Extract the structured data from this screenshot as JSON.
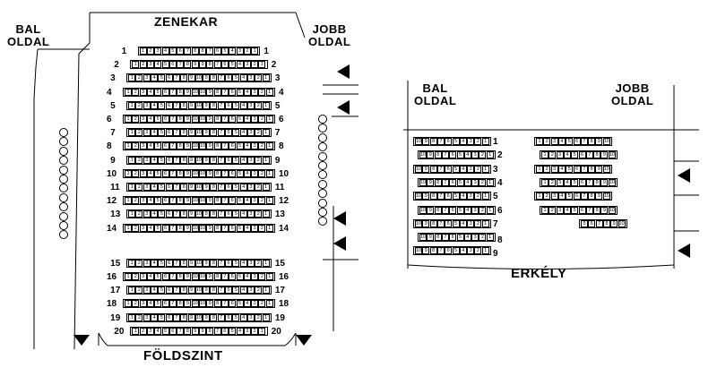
{
  "ground_floor": {
    "zone_title": "FÖLDSZINT",
    "stage_label": "ZENEKAR",
    "left_side": "BAL\nOLDAL",
    "right_side": "JOBB\nOLDAL",
    "rows": [
      {
        "label": "1",
        "left": [
          "1",
          "2",
          "3",
          "4",
          "5",
          "6",
          "7",
          "8"
        ],
        "right": [
          "8",
          "7",
          "6",
          "5",
          "4",
          "3",
          "2",
          "1"
        ]
      },
      {
        "label": "2",
        "left": [
          "1",
          "2",
          "3",
          "4",
          "5",
          "6",
          "7",
          "8",
          "9"
        ],
        "right": [
          "9",
          "8",
          "7",
          "6",
          "5",
          "4",
          "3",
          "2",
          "1"
        ]
      },
      {
        "label": "3",
        "left": [
          "1",
          "2",
          "3",
          "4",
          "5",
          "6",
          "7",
          "8",
          "9",
          "10"
        ],
        "right": [
          "9",
          "8",
          "7",
          "6",
          "5",
          "4",
          "3",
          "2",
          "1"
        ]
      },
      {
        "label": "4",
        "left": [
          "1",
          "2",
          "3",
          "4",
          "5",
          "6",
          "7",
          "8",
          "9",
          "10"
        ],
        "right": [
          "10",
          "9",
          "8",
          "7",
          "6",
          "5",
          "4",
          "3",
          "2",
          "1"
        ]
      },
      {
        "label": "5",
        "left": [
          "1",
          "2",
          "3",
          "4",
          "5",
          "6",
          "7",
          "8",
          "9",
          "10"
        ],
        "right": [
          "9",
          "8",
          "7",
          "6",
          "5",
          "4",
          "3",
          "2",
          "1"
        ]
      },
      {
        "label": "6",
        "left": [
          "1",
          "2",
          "3",
          "4",
          "5",
          "6",
          "7",
          "8",
          "9",
          "10"
        ],
        "right": [
          "10",
          "9",
          "8",
          "7",
          "6",
          "5",
          "4",
          "3",
          "2",
          "1"
        ]
      },
      {
        "label": "7",
        "left": [
          "1",
          "2",
          "3",
          "4",
          "5",
          "6",
          "7",
          "8",
          "9",
          "10"
        ],
        "right": [
          "9",
          "8",
          "7",
          "6",
          "5",
          "4",
          "3",
          "2",
          "1"
        ]
      },
      {
        "label": "8",
        "left": [
          "1",
          "2",
          "3",
          "4",
          "5",
          "6",
          "7",
          "8",
          "9",
          "10"
        ],
        "right": [
          "10",
          "9",
          "8",
          "7",
          "6",
          "5",
          "4",
          "3",
          "2",
          "1"
        ]
      },
      {
        "label": "9",
        "left": [
          "1",
          "2",
          "3",
          "4",
          "5",
          "6",
          "7",
          "8",
          "9",
          "10"
        ],
        "right": [
          "9",
          "8",
          "7",
          "6",
          "5",
          "4",
          "3",
          "2",
          "1"
        ]
      },
      {
        "label": "10",
        "left": [
          "1",
          "2",
          "3",
          "4",
          "5",
          "6",
          "7",
          "8",
          "9",
          "10"
        ],
        "right": [
          "10",
          "9",
          "8",
          "7",
          "6",
          "5",
          "4",
          "3",
          "2",
          "1"
        ]
      },
      {
        "label": "11",
        "left": [
          "1",
          "2",
          "3",
          "4",
          "5",
          "6",
          "7",
          "8",
          "9",
          "10"
        ],
        "right": [
          "9",
          "8",
          "7",
          "6",
          "5",
          "4",
          "3",
          "2",
          "1"
        ]
      },
      {
        "label": "12",
        "left": [
          "1",
          "2",
          "3",
          "4",
          "5",
          "6",
          "7",
          "8",
          "9",
          "10"
        ],
        "right": [
          "10",
          "9",
          "8",
          "7",
          "6",
          "5",
          "4",
          "3",
          "2",
          "1"
        ]
      },
      {
        "label": "13",
        "left": [
          "1",
          "2",
          "3",
          "4",
          "5",
          "6",
          "7",
          "8",
          "9",
          "10"
        ],
        "right": [
          "9",
          "8",
          "7",
          "6",
          "5",
          "4",
          "3",
          "2",
          "1"
        ]
      },
      {
        "label": "14",
        "left": [
          "1",
          "2",
          "3",
          "4",
          "5",
          "6",
          "7",
          "8",
          "9",
          "10"
        ],
        "right": [
          "10",
          "9",
          "8",
          "7",
          "6",
          "5",
          "4",
          "3",
          "2",
          "1"
        ]
      },
      {
        "label": "15",
        "left": [
          "1",
          "2",
          "3",
          "4",
          "5",
          "6",
          "7",
          "8",
          "9",
          "10"
        ],
        "right": [
          "9",
          "8",
          "7",
          "6",
          "5",
          "4",
          "3",
          "2",
          "1"
        ]
      },
      {
        "label": "16",
        "left": [
          "1",
          "2",
          "3",
          "4",
          "5",
          "6",
          "7",
          "8",
          "9",
          "10"
        ],
        "right": [
          "10",
          "9",
          "8",
          "7",
          "6",
          "5",
          "4",
          "3",
          "2",
          "1"
        ]
      },
      {
        "label": "17",
        "left": [
          "1",
          "2",
          "3",
          "4",
          "5",
          "6",
          "7",
          "8",
          "9",
          "10"
        ],
        "right": [
          "9",
          "8",
          "7",
          "6",
          "5",
          "4",
          "3",
          "2",
          "1"
        ]
      },
      {
        "label": "18",
        "left": [
          "1",
          "2",
          "3",
          "4",
          "5",
          "6",
          "7",
          "8",
          "9",
          "10"
        ],
        "right": [
          "10",
          "9",
          "8",
          "7",
          "6",
          "5",
          "4",
          "3",
          "2",
          "1"
        ]
      },
      {
        "label": "19",
        "left": [
          "1",
          "2",
          "3",
          "4",
          "5",
          "6",
          "7",
          "8",
          "9",
          "10"
        ],
        "right": [
          "9",
          "8",
          "7",
          "6",
          "5",
          "4",
          "3",
          "2",
          "1"
        ]
      },
      {
        "label": "20",
        "left": [
          "1",
          "2",
          "3",
          "4",
          "5",
          "6",
          "7",
          "8",
          "9"
        ],
        "right": [
          "9",
          "8",
          "7",
          "6",
          "5",
          "4",
          "3",
          "2",
          "1"
        ]
      }
    ]
  },
  "balcony": {
    "zone_title": "ERKÉLY",
    "left_side": "BAL\nOLDAL",
    "right_side": "JOBB\nOLDAL",
    "rows": [
      {
        "label": "1",
        "left": [
          "10",
          "9",
          "8",
          "7",
          "6",
          "5",
          "4",
          "3",
          "2",
          "1"
        ],
        "right": [
          "1",
          "2",
          "3",
          "4",
          "5",
          "6",
          "7",
          "8",
          "9",
          "10"
        ]
      },
      {
        "label": "2",
        "left": [
          "10",
          "9",
          "8",
          "7",
          "6",
          "5",
          "4",
          "3",
          "2",
          "1"
        ],
        "right": [
          "1",
          "2",
          "3",
          "4",
          "5",
          "6",
          "7",
          "8",
          "9",
          "10"
        ]
      },
      {
        "label": "3",
        "left": [
          "10",
          "9",
          "8",
          "7",
          "6",
          "5",
          "4",
          "3",
          "2",
          "1"
        ],
        "right": [
          "1",
          "2",
          "3",
          "4",
          "5",
          "6",
          "7",
          "8",
          "9",
          "10"
        ]
      },
      {
        "label": "4",
        "left": [
          "10",
          "9",
          "8",
          "7",
          "6",
          "5",
          "4",
          "3",
          "2",
          "1"
        ],
        "right": [
          "1",
          "2",
          "3",
          "4",
          "5",
          "6",
          "7",
          "8",
          "9",
          "10"
        ]
      },
      {
        "label": "5",
        "left": [
          "10",
          "9",
          "8",
          "7",
          "6",
          "5",
          "4",
          "3",
          "2",
          "1"
        ],
        "right": [
          "1",
          "2",
          "3",
          "4",
          "5",
          "6",
          "7",
          "8",
          "9",
          "10"
        ]
      },
      {
        "label": "6",
        "left": [
          "10",
          "9",
          "8",
          "7",
          "6",
          "5",
          "4",
          "3",
          "2",
          "1"
        ],
        "right": [
          "1",
          "2",
          "3",
          "4",
          "5",
          "6",
          "7",
          "8",
          "9",
          "10"
        ]
      },
      {
        "label": "7",
        "left": [
          "10",
          "9",
          "8",
          "7",
          "6",
          "5",
          "4",
          "3",
          "2",
          "1"
        ],
        "right": [
          "5",
          "6",
          "7",
          "8",
          "9",
          "10"
        ]
      },
      {
        "label": "8",
        "left": [
          "10",
          "9",
          "8",
          "7",
          "6",
          "5",
          "4",
          "3",
          "2",
          "1"
        ],
        "right": []
      },
      {
        "label": "9",
        "left": [
          "10",
          "9",
          "8",
          "7",
          "6",
          "5",
          "4",
          "3",
          "2",
          "1"
        ],
        "right": []
      }
    ]
  }
}
